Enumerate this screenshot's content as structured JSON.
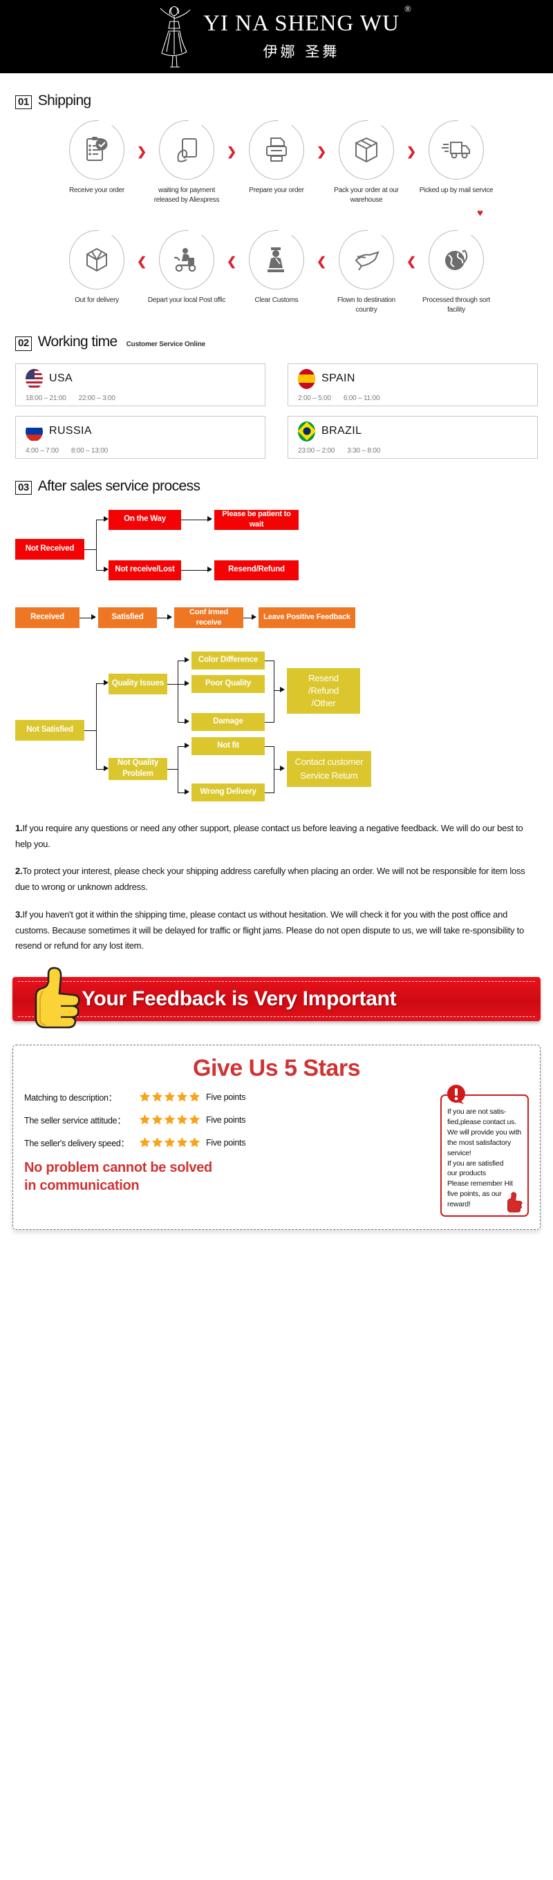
{
  "header": {
    "brand_en": "YI NA SHENG WU",
    "brand_reg": "®",
    "brand_cn": "伊娜 圣舞",
    "logo_icon": "dancing-lady-icon"
  },
  "shipping": {
    "number": "01",
    "title": "Shipping",
    "row1": [
      {
        "icon": "clipboard-check-icon",
        "label": "Receive your order"
      },
      {
        "icon": "hand-card-icon",
        "label": "waiting for payment released by Aliexpress"
      },
      {
        "icon": "printer-icon",
        "label": "Prepare your order"
      },
      {
        "icon": "box-icon",
        "label": "Pack your order at our warehouse"
      },
      {
        "icon": "truck-icon",
        "label": "Picked up by mail service"
      }
    ],
    "row2": [
      {
        "icon": "open-box-icon",
        "label": "Out for delivery"
      },
      {
        "icon": "scooter-courier-icon",
        "label": "Depart your local Post offic"
      },
      {
        "icon": "customs-officer-icon",
        "label": "Clear Customs"
      },
      {
        "icon": "airplane-icon",
        "label": "Flown to destination country"
      },
      {
        "icon": "globe-icon",
        "label": "Processed through sort facility"
      }
    ],
    "arrow_forward": "❯",
    "arrow_back": "❮",
    "arrow_down": "♥"
  },
  "working_time": {
    "number": "02",
    "title": "Working time",
    "subtitle": "Customer Service Online",
    "cards": [
      {
        "country": "USA",
        "flag": "flag-usa-icon",
        "slot1": "18:00 – 21:00",
        "slot2": "22:00 – 3:00"
      },
      {
        "country": "SPAIN",
        "flag": "flag-spain-icon",
        "slot1": "2:00 – 5:00",
        "slot2": "6:00 – 11:00"
      },
      {
        "country": "RUSSIA",
        "flag": "flag-russia-icon",
        "slot1": "4:00 – 7:00",
        "slot2": "8:00 – 13:00"
      },
      {
        "country": "BRAZIL",
        "flag": "flag-brazil-icon",
        "slot1": "23:00 – 2:00",
        "slot2": "3:30 – 8:00"
      }
    ]
  },
  "after_sales": {
    "number": "03",
    "title": "After sales service process",
    "flow_red": {
      "root": "Not Received",
      "on_the_way": "On the Way",
      "patient": "Please be patient to wait",
      "lost": "Not receive/Lost",
      "resend": "Resend/Refund"
    },
    "flow_orange": {
      "received": "Received",
      "satisfied": "Satisfied",
      "confirmed": "Conf irmed receive",
      "feedback": "Leave Positive Feedback"
    },
    "flow_yellow": {
      "not_satisfied": "Not Satisfied",
      "quality_issues": "Quality Issues",
      "color_difference": "Color Difference",
      "poor_quality": "Poor Quality",
      "damage": "Damage",
      "resend_refund_other": "Resend\n/Refund\n/Other",
      "not_quality": "Not Quality Problem",
      "not_fit": "Not fit",
      "wrong_delivery": "Wrong Delivery",
      "contact_return": "Contact customer Service Return"
    }
  },
  "notes": [
    {
      "num": "1.",
      "text": "If you require any questions or need any other support, please contact us before leaving a negative feedback. We will do our best to help you."
    },
    {
      "num": "2.",
      "text": "To protect your interest, please check your shipping address carefully when placing an order. We will not be responsible for item loss due to wrong or unknown address."
    },
    {
      "num": "3.",
      "text": "If you haven't got it within the shipping time, please contact us without hesitation. We will check it for you with the post office and customs. Because sometimes it will be delayed for traffic or flight jams. Please do not open dispute to us, we will take re-sponsibility to resend or refund for any lost item."
    }
  ],
  "feedback_banner": {
    "text": "Your Feedback is Very Important",
    "icon": "thumbs-up-icon"
  },
  "stars_panel": {
    "title": "Give Us 5 Stars",
    "rows": [
      {
        "label": "Matching to description：",
        "stars": 5,
        "points": "Five points"
      },
      {
        "label": "The seller service attitude：",
        "stars": 5,
        "points": "Five points"
      },
      {
        "label": "The seller's delivery speed：",
        "stars": 5,
        "points": "Five points"
      }
    ],
    "no_problem": "No problem cannot be solved\nin communication",
    "warning": {
      "icon": "exclamation-icon",
      "thumb_icon": "thumbs-up-icon",
      "text": "If you are not satis-fied,please contact us. We will provide you with the most satisfactory service!\nIf you are satisfied our products\nPlease remember Hit five points, as our reward!"
    }
  },
  "colors": {
    "red": "#f30303",
    "orange": "#ef7622",
    "yellow": "#dbc72d",
    "banner_red": "#cf0a12",
    "title_red": "#cf3333",
    "star": "#f7a31b"
  }
}
